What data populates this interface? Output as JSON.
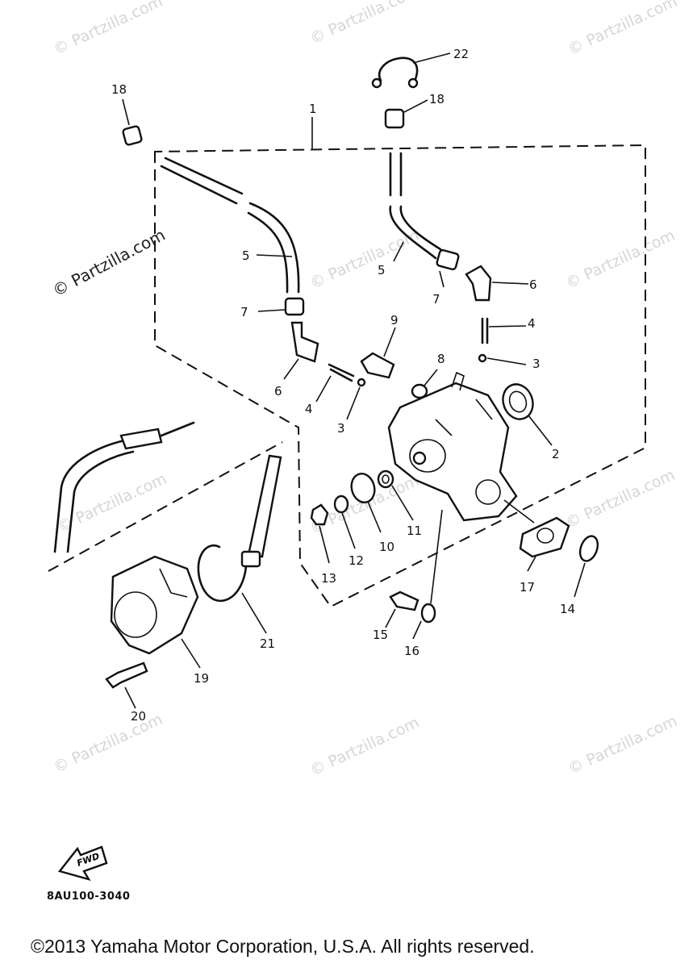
{
  "watermark": "© Partzilla.com",
  "callouts": [
    "22",
    "18",
    "1",
    "18",
    "5",
    "5",
    "7",
    "7",
    "6",
    "6",
    "9",
    "4",
    "8",
    "3",
    "4",
    "3",
    "2",
    "10",
    "11",
    "12",
    "13",
    "17",
    "14",
    "15",
    "16",
    "21",
    "19",
    "20"
  ],
  "fwd_label": "FWD",
  "diagram_code": "8AU100-3040",
  "copyright": "©2013 Yamaha Motor Corporation, U.S.A. All rights reserved."
}
